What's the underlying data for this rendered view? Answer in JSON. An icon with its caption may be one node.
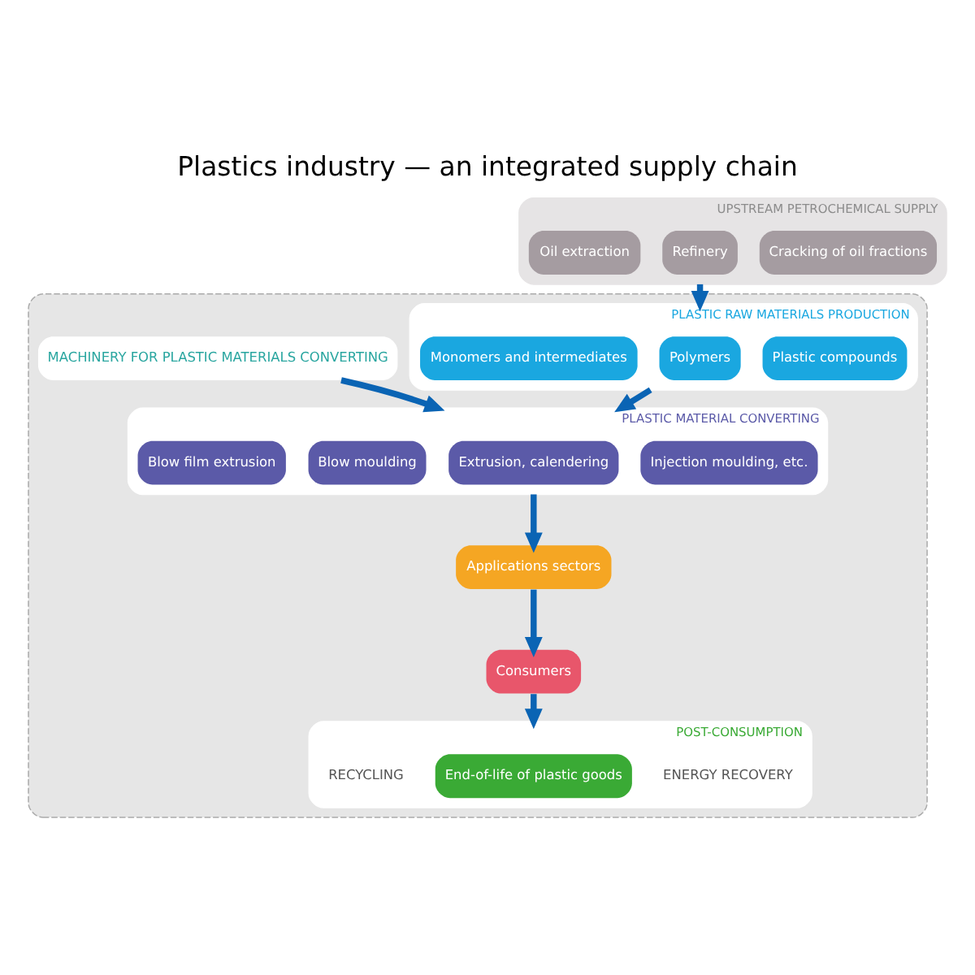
{
  "diagram": {
    "title": "Plastics industry — an integrated supply chain",
    "nodes": [
      {
        "text": [
          "UPSTREAM PETROCHEMICAL SUPPLY"
        ]
      },
      {
        "text": [
          "Oil extraction"
        ],
        "in": 0
      },
      {
        "text": [
          "Refinery"
        ],
        "in": 0
      },
      {
        "text": [
          "Cracking of oil fractions"
        ],
        "in": 0
      },
      {
        "text": [],
        "shape": "box"
      },
      {
        "text": [
          "PLASTIC RAW MATERIALS PRODUCTION"
        ],
        "in": 4
      },
      {
        "text": [
          "Monomers and intermediates"
        ],
        "in": 5
      },
      {
        "text": [
          "Polymers"
        ],
        "in": 5
      },
      {
        "text": [
          "Plastic compounds"
        ],
        "in": 5
      },
      {
        "text": [
          "MACHINERY FOR PLASTIC MATERIALS CONVERTING"
        ],
        "in": 4
      },
      {
        "text": [
          "PLASTIC MATERIAL CONVERTING"
        ],
        "in": 4
      },
      {
        "text": [
          "Blow film extrusion"
        ],
        "in": 10
      },
      {
        "text": [
          "Blow moulding"
        ],
        "in": 10
      },
      {
        "text": [
          "Extrusion, calendering"
        ],
        "in": 10
      },
      {
        "text": [
          "Injection moulding, etc."
        ],
        "in": 10
      },
      {
        "text": [
          "Applications sectors"
        ],
        "in": 4
      },
      {
        "text": [
          "Consumers"
        ],
        "in": 4
      },
      {
        "text": [
          "POST-CONSUMPTION"
        ],
        "in": 4
      },
      {
        "text": [
          "RECYCLING"
        ],
        "in": 17
      },
      {
        "text": [
          "End-of-life of plastic goods"
        ],
        "in": 17
      },
      {
        "text": [
          "ENERGY RECOVERY"
        ],
        "in": 17
      }
    ],
    "edges": [
      {
        "from": 0,
        "to": 5,
        "arrow": "to"
      },
      {
        "from": 5,
        "to": 10,
        "arrow": "to"
      },
      {
        "from": 9,
        "to": 10,
        "arrow": "to"
      },
      {
        "from": 10,
        "to": 15,
        "arrow": "to"
      },
      {
        "from": 15,
        "to": 16,
        "arrow": "to"
      },
      {
        "from": 16,
        "to": 17,
        "arrow": "to"
      }
    ]
  }
}
